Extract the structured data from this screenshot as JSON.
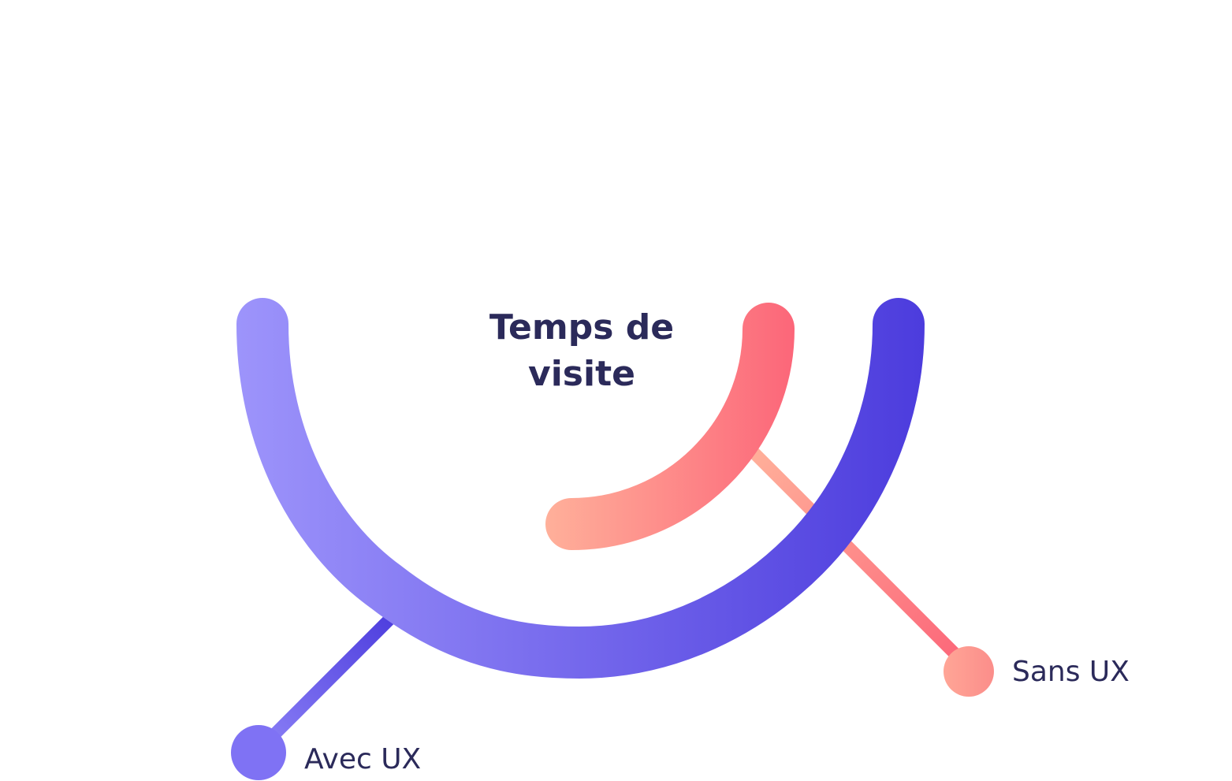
{
  "title": {
    "line1": "Temps de",
    "line2": "visite"
  },
  "legend": {
    "with_ux": "Avec UX",
    "without_ux": "Sans UX"
  },
  "colors": {
    "text": "#2b2a5a",
    "with_ux_light": "#9d94fb",
    "with_ux_dark": "#4c3cdd",
    "without_ux_light": "#ffb09a",
    "without_ux_dark": "#fc6679"
  }
}
